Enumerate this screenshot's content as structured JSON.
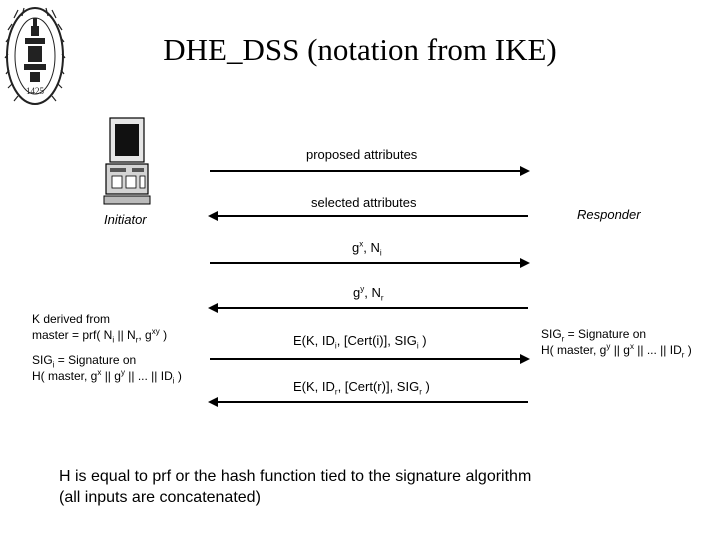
{
  "seal": {
    "text": "SIGILLUM UNIVERSITATIS LOVANIENSIS",
    "year": "1425"
  },
  "title": "DHE_DSS (notation from IKE)",
  "parties": {
    "initiator": "Initiator",
    "responder": "Responder"
  },
  "messages": {
    "m1": "proposed attributes",
    "m2": "selected attributes",
    "m3": {
      "base": "g",
      "sup": "x",
      "rest": ", N",
      "sub": "i"
    },
    "m4": {
      "base": "g",
      "sup": "y",
      "rest": ", N",
      "sub": "r"
    },
    "m5": {
      "a": "E(K, ID",
      "a_sub": "i",
      "b": ", [Cert(i)], SIG",
      "b_sub": "i",
      "c": " )"
    },
    "m6": {
      "a": "E(K, ID",
      "a_sub": "r",
      "b": ", [Cert(r)], SIG",
      "b_sub": "r",
      "c": " )"
    }
  },
  "left_notes": {
    "k_line1": "K derived from",
    "k_line2": {
      "a": "master = prf( N",
      "a_sub": "i",
      "b": " || N",
      "b_sub": "r",
      "c": ", g",
      "c_sup": "xy",
      "d": " )"
    },
    "sig_line1": {
      "a": "SIG",
      "a_sub": "i",
      "b": " = Signature on"
    },
    "sig_line2": {
      "a": "H( master, g",
      "a_sup": "x",
      "b": " || g",
      "b_sup": "y",
      "c": " || ... || ID",
      "c_sub": "i",
      "d": " )"
    }
  },
  "right_notes": {
    "line1": {
      "a": "SIG",
      "a_sub": "r",
      "b": " = Signature on"
    },
    "line2": {
      "a": "H( master, g",
      "a_sup": "y",
      "b": " || g",
      "b_sup": "x",
      "c": " || ... || ID",
      "c_sub": "r",
      "d": " )"
    }
  },
  "footer": {
    "line1": "H is equal to prf or the hash function tied to the signature algorithm",
    "line2": "(all inputs are concatenated)"
  }
}
